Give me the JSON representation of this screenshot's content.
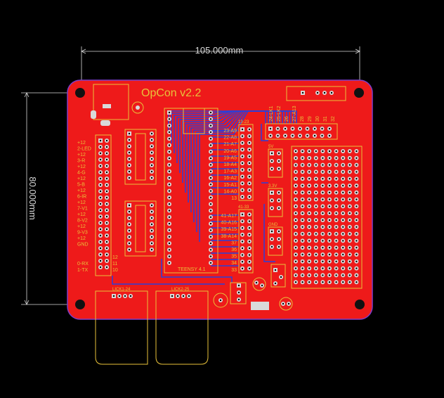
{
  "board": {
    "title": "OpCon v2.2",
    "width_label": "105.000mm",
    "height_label": "80.000mm",
    "teensy_label": "TEENSY 4.1",
    "colors": {
      "board": "#ee1a1a",
      "outline": "#7d3cc8",
      "trace": "#2a3fd9",
      "silk": "#e8c23a",
      "pad": "#d9d9d9",
      "hole": "#000000",
      "dimension": "#d8d8d8"
    }
  },
  "left_header_labels": [
    "+12",
    "2-LED",
    "+12",
    "3-R",
    "+12",
    "4-G",
    "+12",
    "5-B",
    "+12",
    "6-IR",
    "+12",
    "7-V1",
    "+12",
    "8-V2",
    "+12",
    "9-V3",
    "+12",
    "GND"
  ],
  "left_header_bottom_labels": [
    "0-RX",
    "1-TX"
  ],
  "left_header_numbers": [
    "12",
    "11",
    "10"
  ],
  "teensy_labels_top": [
    "23-A9",
    "22-A8",
    "21-A7",
    "20-A6",
    "19-A5",
    "18-A4",
    "17-A3",
    "16-A2",
    "15-A1",
    "14-A0",
    "13"
  ],
  "teensy_labels_bottom": [
    "41-A17",
    "40-A16",
    "39-A15",
    "38-A14",
    "37",
    "36",
    "35",
    "34",
    "33"
  ],
  "small_labels": {
    "r13_23": "13-23",
    "r41_33": "41-33",
    "v5": "5V",
    "v33": "3.3V",
    "gnd": "GND"
  },
  "top_right_labels": [
    "24-LK1",
    "25-LK2",
    "26",
    "27-A13",
    "28",
    "29",
    "30",
    "31",
    "32"
  ],
  "lick_labels": [
    "LICK1-24",
    "LICK2-25"
  ]
}
